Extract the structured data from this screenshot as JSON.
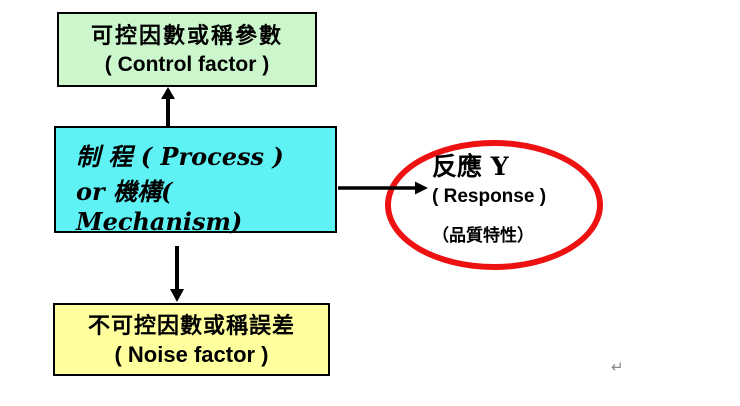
{
  "slide": {
    "background": "#ffffff",
    "arrow_color": "#000000",
    "control_box": {
      "title_zh": "可控因數或稱參數",
      "title_en": "( Control factor )",
      "bg": "#ccf7cc"
    },
    "process_box": {
      "line1": "制 程 ( Process )",
      "line2": "or 機構( Mechanism)",
      "bg": "#5ff2f5"
    },
    "noise_box": {
      "title_zh": "不可控因數或稱誤差",
      "title_en": "( Noise factor )",
      "bg": "#ffff9e"
    },
    "response_ellipse": {
      "line1": "反應 Y",
      "line2": "( Response )",
      "line3": "（品質特性）",
      "border_color": "#ee1111"
    },
    "return_mark": "↵"
  }
}
